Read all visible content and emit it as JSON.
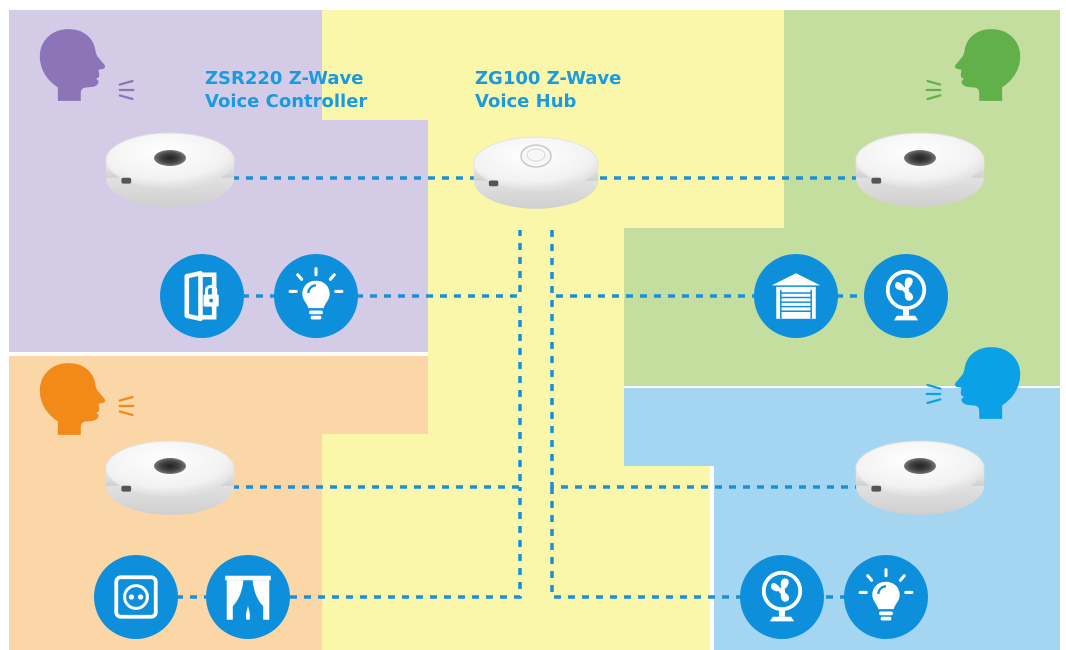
{
  "labels": {
    "voice_controller": [
      "ZSR220 Z-Wave",
      "Voice Controller"
    ],
    "voice_hub": [
      "ZG100 Z-Wave",
      "Voice Hub"
    ]
  },
  "colors": {
    "zone_purple": "#d4cce6",
    "zone_green": "#c4dea0",
    "zone_orange": "#fbd6a6",
    "zone_blue": "#a4d6f2",
    "zone_yellow": "#fbf7aa",
    "head_purple": "#8c74b8",
    "head_green": "#62b049",
    "head_orange": "#f28a1a",
    "head_blue": "#0aa1e6",
    "accent_blue": "#1a9be0",
    "icon_circle": "#0e8fdc",
    "link_line": "#1b8fd8"
  },
  "rooms": [
    {
      "id": "purple",
      "speaker": "person-speaking-icon",
      "controller": "voice-controller",
      "devices": [
        "door-lock-icon",
        "light-bulb-icon"
      ]
    },
    {
      "id": "green",
      "speaker": "person-speaking-icon",
      "controller": "voice-controller",
      "devices": [
        "garage-door-icon",
        "fan-icon"
      ]
    },
    {
      "id": "orange",
      "speaker": "person-speaking-icon",
      "controller": "voice-controller",
      "devices": [
        "power-outlet-icon",
        "curtain-icon"
      ]
    },
    {
      "id": "blue",
      "speaker": "person-speaking-icon",
      "controller": "voice-controller",
      "devices": [
        "fan-icon",
        "light-bulb-icon"
      ]
    }
  ]
}
